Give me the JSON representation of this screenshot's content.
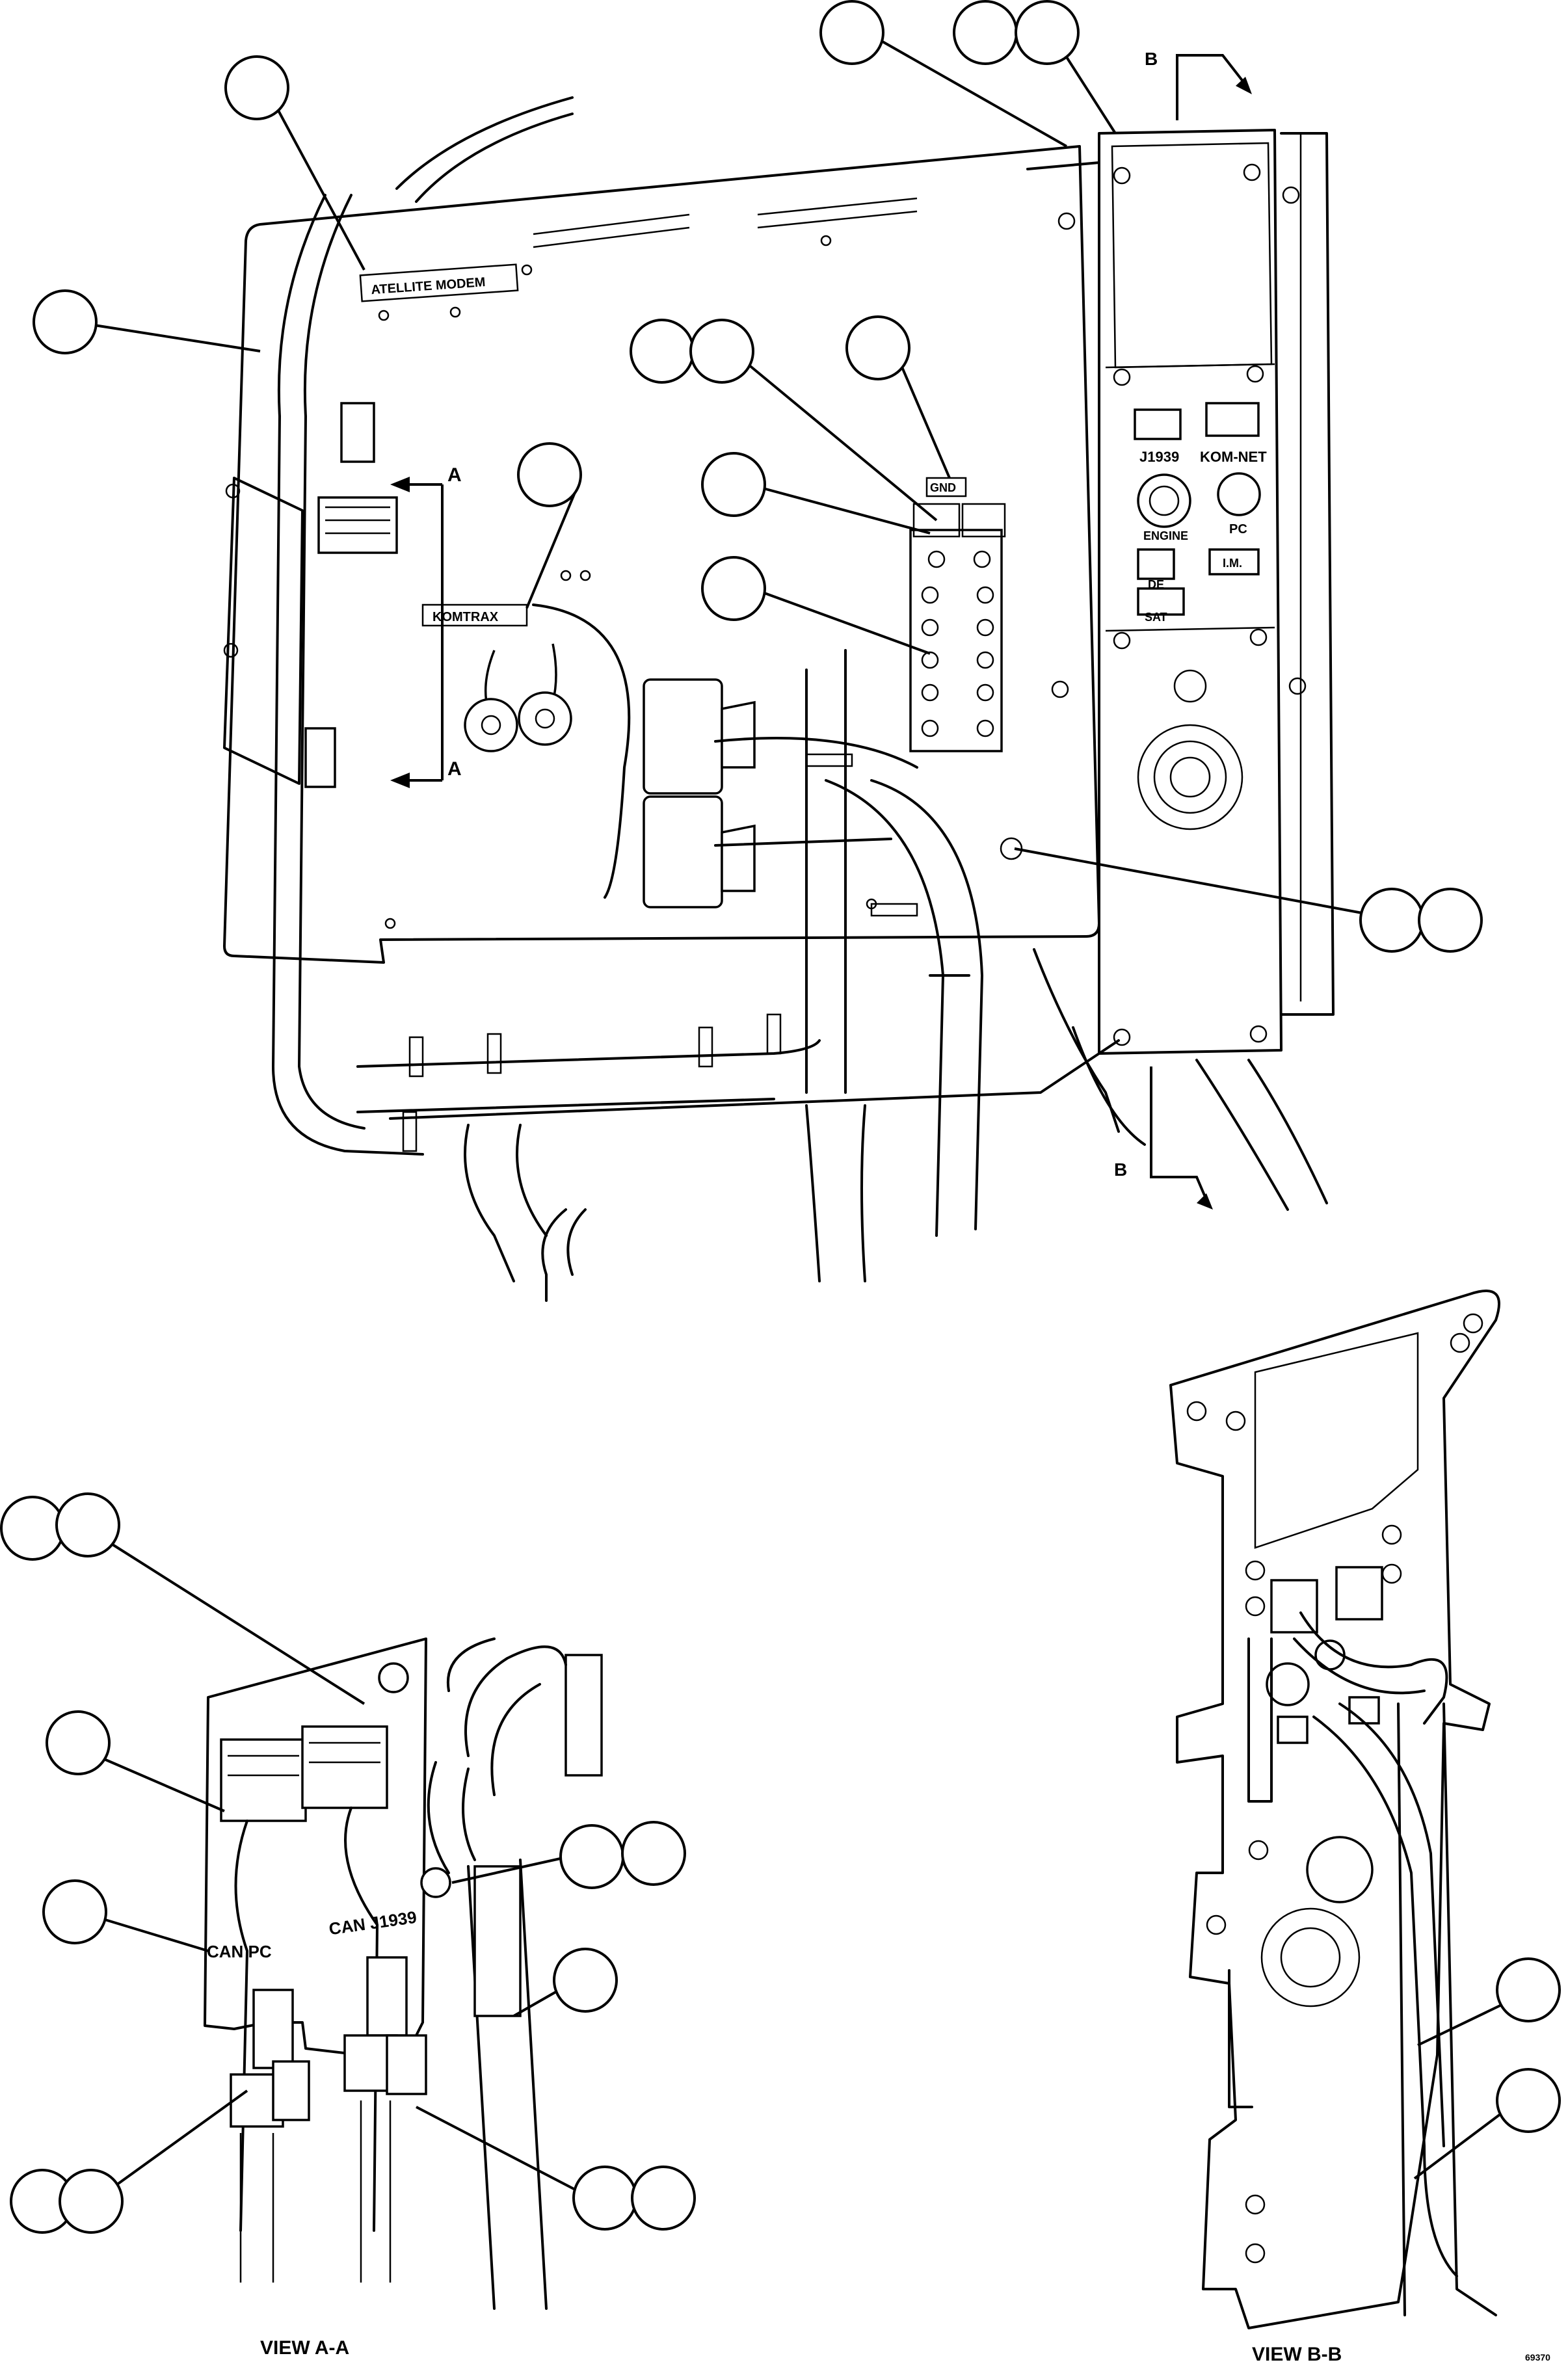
{
  "labels": {
    "satellite_modem": "ATELLITE MODEM",
    "komtrax": "KOMTRAX",
    "gnd": "GND",
    "j1939": "J1939",
    "kom_net": "KOM-NET",
    "pc": "PC",
    "engine": "ENGINE",
    "im": "I.M.",
    "de": "DE",
    "sat": "SAT",
    "can_pc": "CAN   PC",
    "can_j1939": "CAN   J1939"
  },
  "section_markers": {
    "a_top": "A",
    "a_bottom": "A",
    "b_top": "B",
    "b_bottom": "B"
  },
  "view_titles": {
    "view_a": "VIEW A-A",
    "view_b": "VIEW B-B"
  },
  "figure_id": "69370",
  "colors": {
    "line": "#000000",
    "background": "#ffffff"
  }
}
